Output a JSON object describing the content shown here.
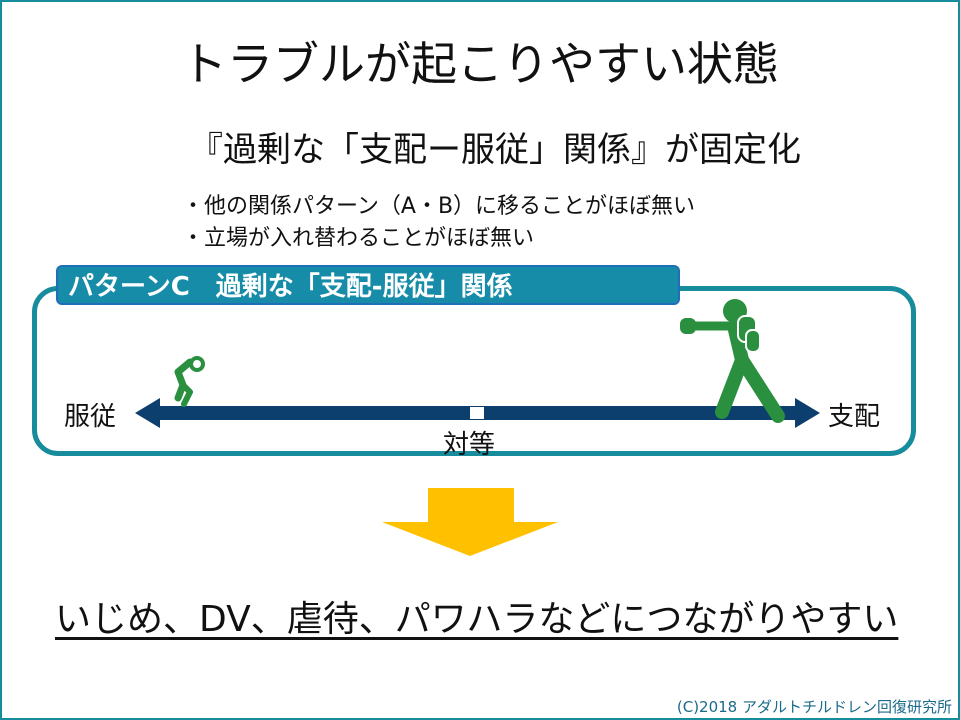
{
  "title": "トラブルが起こりやすい状態",
  "subtitle": "『過剰な「支配ー服従」関係』が固定化",
  "bullets": [
    "・他の関係パターン（A・B）に移ることがほぼ無い",
    "・立場が入れ替わることがほぼ無い"
  ],
  "panel": {
    "header": "パターンC　過剰な「支配-服従」関係",
    "left_label": "服従",
    "right_label": "支配",
    "center_label": "対等",
    "icons": [
      "crouching-person-icon",
      "boxer-icon"
    ]
  },
  "conclusion": "いじめ、DV、虐待、パワハラなどにつながりやすい",
  "copyright": "(C)2018 アダルトチルドレン回復研究所",
  "colors": {
    "teal": "#178c9c",
    "arrow": "#0d3f6e",
    "figure": "#2a8f3f",
    "down_arrow": "#ffc000"
  }
}
